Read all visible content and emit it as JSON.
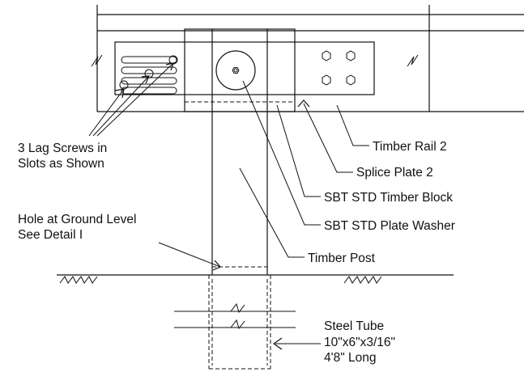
{
  "labels": {
    "lag_screws_line1": "3 Lag Screws in",
    "lag_screws_line2": "Slots as Shown",
    "timber_rail": "Timber Rail 2",
    "splice_plate": "Splice Plate 2",
    "timber_block": "SBT STD Timber Block",
    "plate_washer": "SBT STD Plate Washer",
    "hole_line1": "Hole at Ground Level",
    "hole_line2": "See Detail I",
    "timber_post": "Timber Post",
    "steel_tube_line1": "Steel Tube",
    "steel_tube_line2": "10\"x6\"x3/16\"",
    "steel_tube_line3": "4'8\" Long"
  },
  "colors": {
    "ink": "#111111",
    "background": "#ffffff"
  }
}
